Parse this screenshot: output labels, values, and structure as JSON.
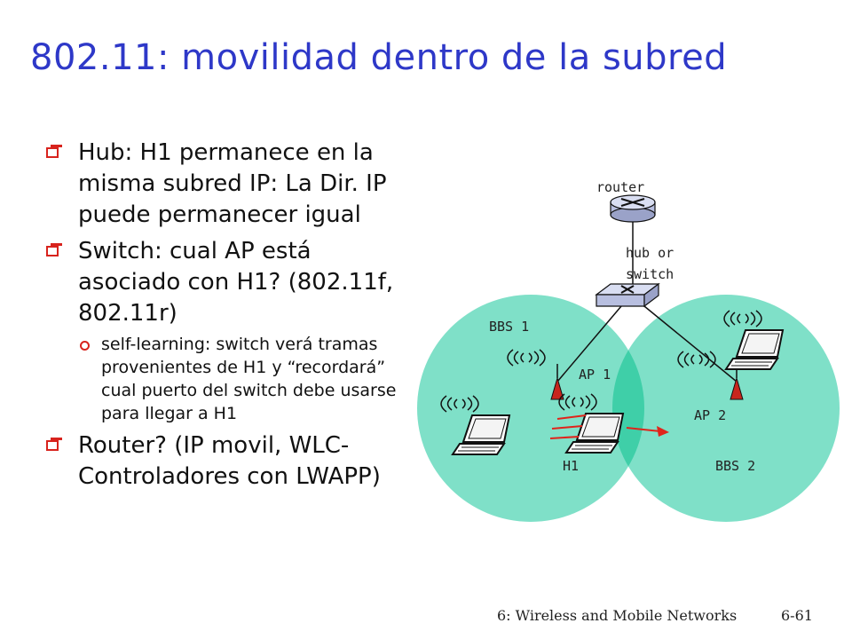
{
  "title": "802.11: movilidad dentro de la subred",
  "bullets": [
    {
      "text": "Hub: H1 permanece en la misma subred IP: La Dir. IP puede permanecer igual"
    },
    {
      "text": "Switch: cual AP está asociado con H1? (802.11f, 802.11r)",
      "sub": [
        "self-learning: switch verá tramas provenientes de H1 y “recordará” cual puerto del switch debe usarse para llegar a H1"
      ]
    },
    {
      "text": "Router? (IP movil, WLC-Controladores con LWAPP)"
    }
  ],
  "diagram": {
    "router_label": "router",
    "switch_label_1": "hub or",
    "switch_label_2": "switch",
    "bbs1_label": "BBS 1",
    "bbs2_label": "BBS 2",
    "ap1_label": "AP 1",
    "ap2_label": "AP 2",
    "h1_label": "H1",
    "colors": {
      "bss_fill": "#7fe0c8",
      "overlap_fill": "#3fcfa8",
      "arrow": "#e0241b",
      "accent": "#2e38c8"
    }
  },
  "footer": {
    "chapter": "6: Wireless and Mobile Networks",
    "page": "6-61"
  }
}
